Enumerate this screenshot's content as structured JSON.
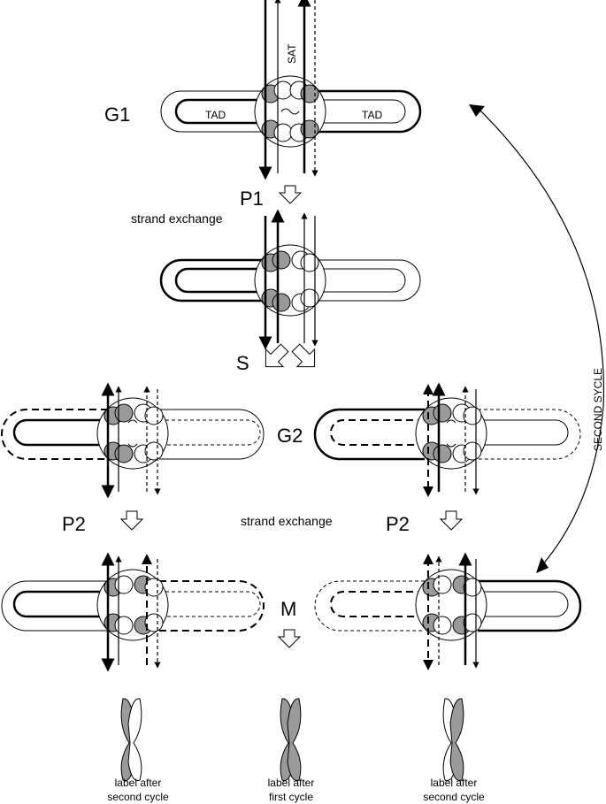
{
  "labels": {
    "g1": "G1",
    "p1": "P1",
    "s": "S",
    "g2": "G2",
    "p2_left": "P2",
    "p2_right": "P2",
    "m": "M",
    "sat": "SAT",
    "tad_left": "TAD",
    "tad_right": "TAD",
    "strand_exchange_1": "strand exchange",
    "strand_exchange_2": "strand exchange",
    "second_cycle": "SECOND SYCLE"
  },
  "chromosomes": [
    {
      "line1": "label after",
      "line2": "second cycle",
      "shaded": "left"
    },
    {
      "line1": "label after",
      "line2": "first cycle",
      "shaded": "both"
    },
    {
      "line1": "label after",
      "line2": "second cycle",
      "shaded": "right"
    }
  ],
  "colors": {
    "stroke": "#000000",
    "fill_gray": "#9a9a9a",
    "fill_white": "#ffffff"
  }
}
